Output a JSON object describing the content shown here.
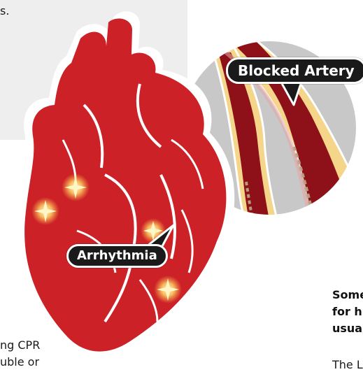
{
  "labels": {
    "blocked_artery": "Blocked Artery",
    "arrhythmia": "Arrhythmia"
  },
  "text_fragments": {
    "top_left": "s.",
    "bottom_left_line1": "ng CPR",
    "bottom_left_line2": "uble or",
    "bottom_right_bold_line1": "Some",
    "bottom_right_bold_line2": "for h",
    "bottom_right_bold_line3": "usua",
    "bottom_right_line4": "The L"
  },
  "colors": {
    "panel_grey": "#eeeeee",
    "heart_red": "#cc2127",
    "heart_outline": "#ffffff",
    "artery_dark_red": "#8e1018",
    "artery_yellow": "#f4d58a",
    "circle_grey": "#c8c8c8",
    "label_bg": "#1a1a1a",
    "label_text": "#ffffff",
    "spark": "#ffd76a"
  },
  "icons": [
    "heart-illustration",
    "artery-cross-section",
    "spark-icon"
  ]
}
